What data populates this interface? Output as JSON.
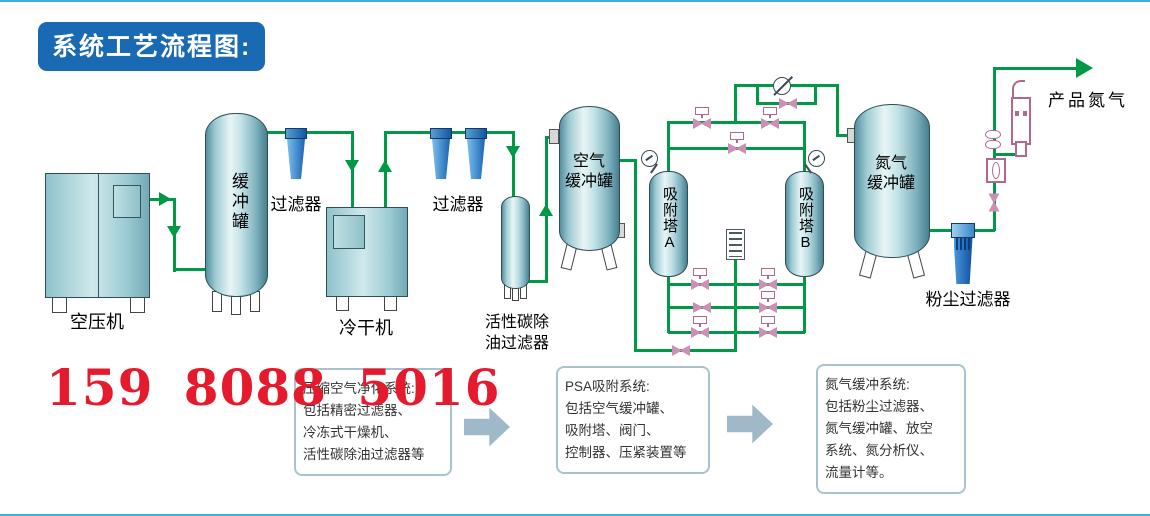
{
  "title": "系统工艺流程图:",
  "watermark_phone": "159 8088 5016",
  "colors": {
    "pipe_green": "#009a47",
    "title_blue": "#1a6ab3",
    "watermark_red": "#e51a2c",
    "valve_pink": "#c0719b",
    "filter_blue": "#1a63b4",
    "flow_arrow_gray": "#9fb9c9",
    "vessel_teal": "#9ccbd3"
  },
  "equipment": {
    "air_compressor": "空压机",
    "buffer_tank": "缓冲罐",
    "filter_1": "过滤器",
    "cold_dryer": "冷干机",
    "filter_2": "过滤器",
    "carbon_filter": [
      "活性碳除",
      "油过滤器"
    ],
    "air_buffer_tank": [
      "空气",
      "缓冲罐"
    ],
    "adsorption_tower_a": "吸附塔A",
    "adsorption_tower_b": "吸附塔B",
    "n2_buffer_tank": [
      "氮气",
      "缓冲罐"
    ],
    "dust_filter": "粉尘过滤器",
    "product_nitrogen": "产品氮气"
  },
  "info_boxes": [
    {
      "lines": [
        "压缩空气净化系统:",
        "包括精密过滤器、",
        "冷冻式干燥机、",
        "活性碳除油过滤器等"
      ]
    },
    {
      "lines": [
        "PSA吸附系统:",
        "包括空气缓冲罐、",
        "吸附塔、阀门、",
        "控制器、压紧装置等"
      ]
    },
    {
      "lines": [
        "氮气缓冲系统:",
        "包括粉尘过滤器、",
        "氮气缓冲罐、放空",
        "系统、氮分析仪、",
        "流量计等。"
      ]
    }
  ]
}
